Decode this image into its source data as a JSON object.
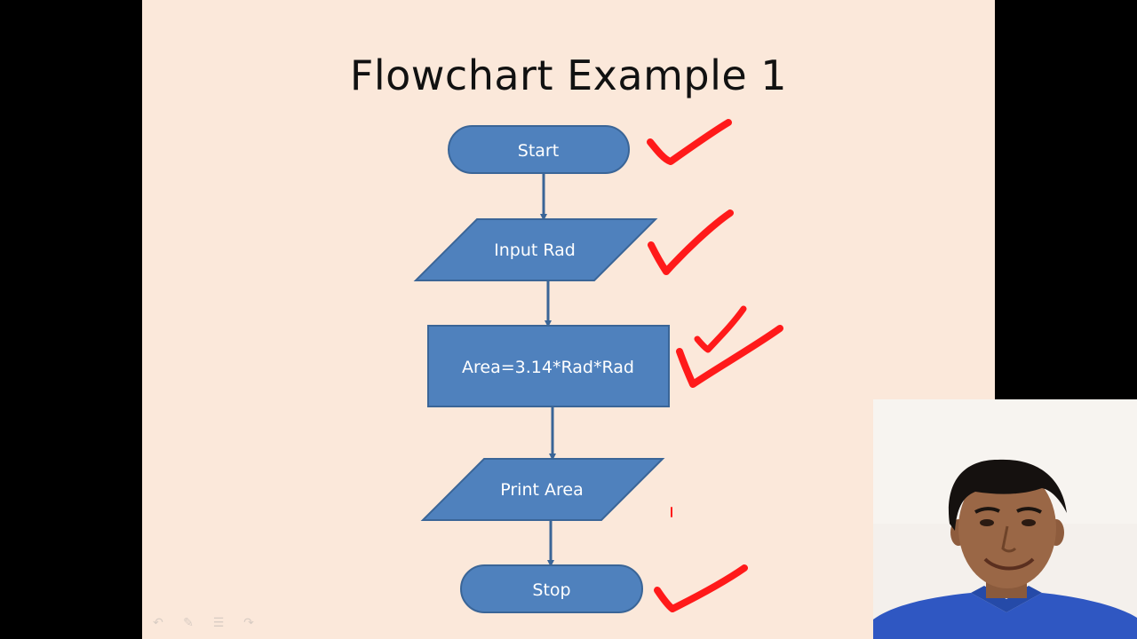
{
  "slide": {
    "title": "Flowchart Example 1",
    "background_color": "#fbe8da",
    "shape_fill": "#4f81bd",
    "shape_stroke": "#3a6597",
    "annotation_color": "#ff1a1a"
  },
  "diagram": {
    "nodes": [
      {
        "id": "start",
        "shape": "terminator",
        "label": "Start"
      },
      {
        "id": "input",
        "shape": "parallelogram",
        "label": "Input Rad"
      },
      {
        "id": "process",
        "shape": "rectangle",
        "label": "Area=3.14*Rad*Rad"
      },
      {
        "id": "output",
        "shape": "parallelogram",
        "label": "Print Area"
      },
      {
        "id": "stop",
        "shape": "terminator",
        "label": "Stop"
      }
    ],
    "edges": [
      {
        "from": "start",
        "to": "input"
      },
      {
        "from": "input",
        "to": "process"
      },
      {
        "from": "process",
        "to": "output"
      },
      {
        "from": "output",
        "to": "stop"
      }
    ],
    "annotations": {
      "checkmarks": [
        "start",
        "input",
        "process",
        "process",
        "stop"
      ]
    }
  },
  "webcam": {
    "icon": "presenter-video-icon"
  },
  "controls": {
    "icons": [
      "back-arrow-icon",
      "pen-icon",
      "menu-icon",
      "forward-arrow-icon"
    ]
  }
}
